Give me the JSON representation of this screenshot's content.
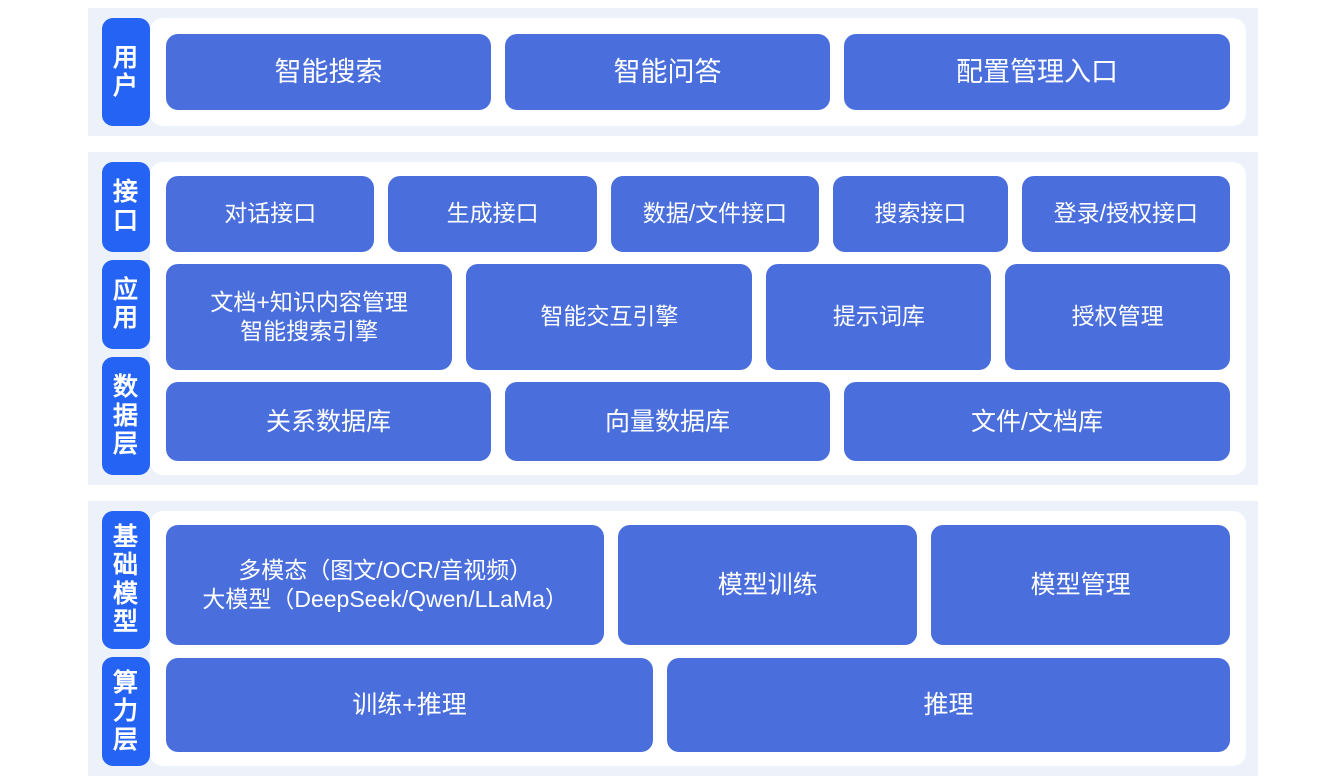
{
  "theme": {
    "page_background": "#ffffff",
    "band_background": "#ecf1fa",
    "card_background": "#ffffff",
    "tab_color": "#2563f5",
    "box_color": "#4a6fdc",
    "text_color": "#ffffff"
  },
  "groups": [
    {
      "id": "users",
      "tabs": [
        {
          "label": "用户",
          "chars": [
            "用",
            "户"
          ]
        }
      ],
      "rows": [
        {
          "boxes": [
            {
              "label": "智能搜索"
            },
            {
              "label": "智能问答"
            },
            {
              "label": "配置管理入口"
            }
          ]
        }
      ]
    },
    {
      "id": "stack",
      "tabs": [
        {
          "label": "接口",
          "chars": [
            "接",
            "口"
          ]
        },
        {
          "label": "应用",
          "chars": [
            "应",
            "用"
          ]
        },
        {
          "label": "数据层",
          "chars": [
            "数",
            "据",
            "层"
          ]
        }
      ],
      "rows": [
        {
          "name": "interface-row",
          "boxes": [
            {
              "label": "对话接口"
            },
            {
              "label": "生成接口"
            },
            {
              "label": "数据/文件接口"
            },
            {
              "label": "搜索接口"
            },
            {
              "label": "登录/授权接口"
            }
          ]
        },
        {
          "name": "application-row",
          "boxes": [
            {
              "label": "文档+知识内容管理\n智能搜索引擎"
            },
            {
              "label": "智能交互引擎"
            },
            {
              "label": "提示词库"
            },
            {
              "label": "授权管理"
            }
          ]
        },
        {
          "name": "data-row",
          "boxes": [
            {
              "label": "关系数据库"
            },
            {
              "label": "向量数据库"
            },
            {
              "label": "文件/文档库"
            }
          ]
        }
      ]
    },
    {
      "id": "base",
      "tabs": [
        {
          "label": "基础模型",
          "chars": [
            "基",
            "础",
            "模",
            "型"
          ]
        },
        {
          "label": "算力层",
          "chars": [
            "算",
            "力",
            "层"
          ]
        }
      ],
      "rows": [
        {
          "name": "model-row",
          "boxes": [
            {
              "label": "多模态（图文/OCR/音视频）\n大模型（DeepSeek/Qwen/LLaMa）"
            },
            {
              "label": "模型训练"
            },
            {
              "label": "模型管理"
            }
          ]
        },
        {
          "name": "compute-row",
          "boxes": [
            {
              "label": "训练+推理"
            },
            {
              "label": "推理"
            }
          ]
        }
      ]
    }
  ]
}
